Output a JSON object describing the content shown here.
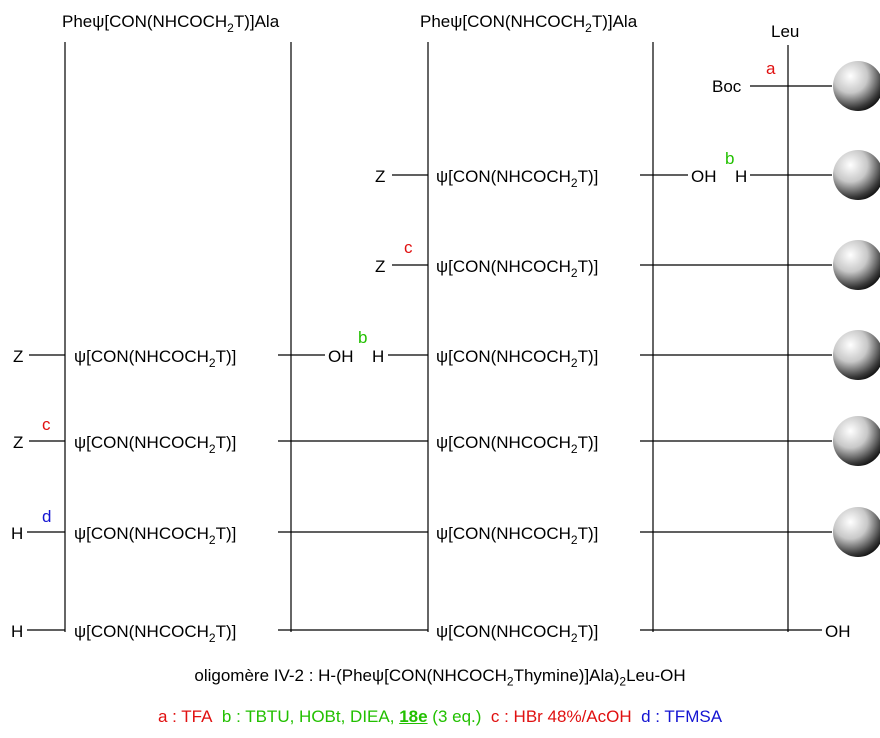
{
  "headers": {
    "unit_1": "Pheψ[CON(NHCOCH2T)]Ala",
    "unit_2": "Pheψ[CON(NHCOCH2T)]Ala",
    "leu": "Leu"
  },
  "header_parts": {
    "pre": "Pheψ[CON(NHCOCH",
    "sub": "2",
    "post": "T)]Ala"
  },
  "group_parts": {
    "pre": "ψ[CON(NHCOCH",
    "sub": "2",
    "post": "T)]"
  },
  "labels": {
    "boc": "Boc",
    "z": "Z",
    "h": "H",
    "oh": "OH"
  },
  "steps": {
    "a": "a",
    "b": "b",
    "c": "c",
    "d": "d"
  },
  "colors": {
    "step_a": "#e01010",
    "step_b": "#22c000",
    "step_c": "#e01010",
    "step_d": "#1414d2"
  },
  "caption": {
    "text": "oligomère IV-2 : H-(Pheψ[CON(NHCOCH2Thymine)]Ala)2Leu-OH",
    "prefix": "oligomère IV-2 : H-(Pheψ[CON(NHCOCH",
    "sub1": "2",
    "mid": "Thymine)]Ala)",
    "sub2": "2",
    "suffix": "Leu-OH"
  },
  "legend": {
    "a": "a : TFA",
    "b_pre": "b : TBTU, HOBt, DIEA,",
    "b_bold": "18e",
    "b_post": "(3 eq.)",
    "c": "c : HBr 48%/AcOH",
    "d": "d : TFMSA"
  },
  "icons": {
    "resin": "resin-bead-icon"
  }
}
